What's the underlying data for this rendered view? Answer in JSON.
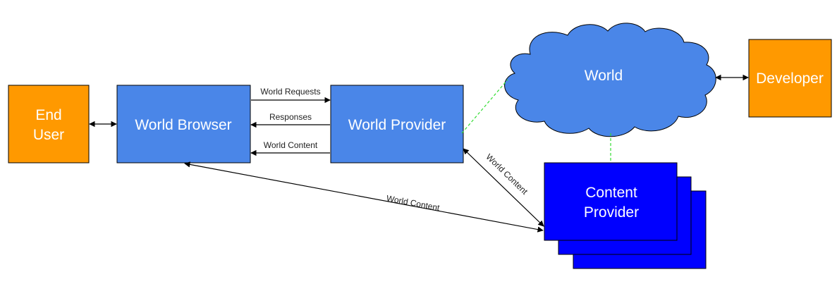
{
  "nodes": {
    "end_user": {
      "line1": "End",
      "line2": "User",
      "color": "#FF9900"
    },
    "world_browser": {
      "label": "World Browser",
      "color": "#4A86E8"
    },
    "world_provider": {
      "label": "World Provider",
      "color": "#4A86E8"
    },
    "world": {
      "label": "World",
      "color": "#4A86E8"
    },
    "developer": {
      "label": "Developer",
      "color": "#FF9900"
    },
    "content_provider": {
      "line1": "Content",
      "line2": "Provider",
      "color": "#0000FF"
    }
  },
  "edges": {
    "world_requests": "World Requests",
    "responses": "Responses",
    "world_content_top": "World Content",
    "world_content_bottom": "World Content",
    "world_content_diag": "World Content"
  },
  "colors": {
    "stroke": "#000000",
    "dashed": "#33DD33"
  }
}
